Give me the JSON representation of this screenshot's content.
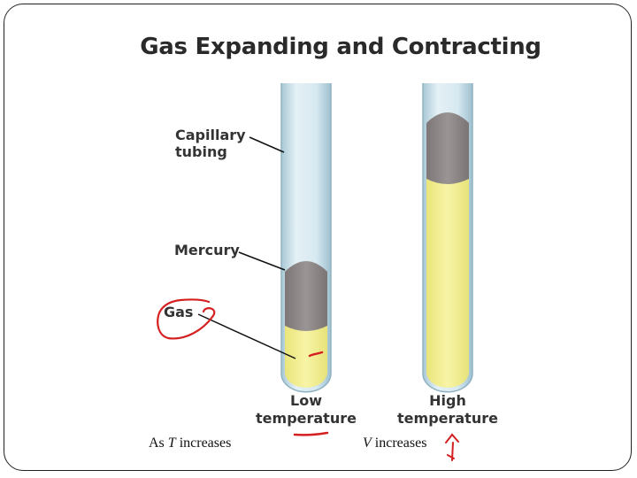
{
  "title": "Gas Expanding and Contracting",
  "labels": {
    "capillary_line1": "Capillary",
    "capillary_line2": "tubing",
    "mercury": "Mercury",
    "gas": "Gas"
  },
  "tubes": [
    {
      "temp_line1": "Low",
      "temp_line2": "temperature"
    },
    {
      "temp_line1": "High",
      "temp_line2": "temperature"
    }
  ],
  "footer": {
    "left_prefix": "As ",
    "left_var": "T",
    "left_suffix": " increases",
    "right_var": "V",
    "right_suffix": " increases"
  },
  "colors": {
    "tube": "#cfe3ec",
    "mercury": "#8f8a8a",
    "gas": "#f3ef8a",
    "annotation": "#d42020"
  }
}
